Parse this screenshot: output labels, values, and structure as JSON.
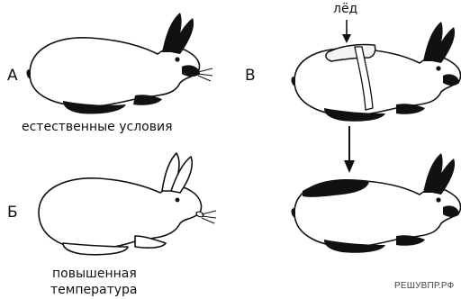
{
  "panels": {
    "a": {
      "letter": "А",
      "caption": "естественные условия"
    },
    "b": {
      "letter": "Б",
      "caption_line1": "повышенная",
      "caption_line2": "температура"
    },
    "v": {
      "letter": "В",
      "ice_label": "лёд"
    }
  },
  "watermark": "РЕШУВПР.РФ"
}
